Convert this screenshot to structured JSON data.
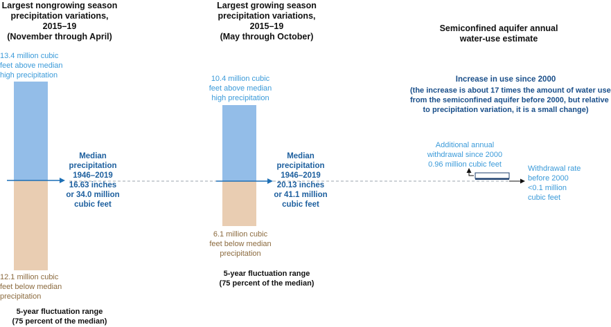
{
  "colors": {
    "above": "#93bde8",
    "below": "#e9cdb2",
    "median_line": "#1d6fb5",
    "dashed": "#9aa3ad",
    "blue_text": "#3a9ad9",
    "tan_text": "#8b6a3e",
    "dark_blue_text": "#1d5f9e"
  },
  "nongrowing": {
    "title": [
      "Largest nongrowing season",
      "precipitation variations,",
      "2015–19",
      "(November through April)"
    ],
    "above_label": [
      "13.4 million cubic",
      "feet above median",
      "high precipitation"
    ],
    "below_label": [
      "12.1 million cubic",
      "feet below median",
      "precipitation"
    ],
    "median": [
      "Median",
      "precipitation",
      "1946–2019",
      "16.63 inches",
      "or 34.0 million",
      "cubic feet"
    ],
    "range": [
      "5-year fluctuation range",
      "(75 percent of the median)"
    ],
    "above_value": 13.4,
    "below_value": 12.1
  },
  "growing": {
    "title": [
      "Largest growing season",
      "precipitation variations,",
      "2015–19",
      "(May through October)"
    ],
    "above_label": [
      "10.4 million cubic",
      "feet above median",
      "high precipitation"
    ],
    "below_label": [
      "6.1 million cubic",
      "feet below median",
      "precipitation"
    ],
    "median": [
      "Median",
      "precipitation",
      "1946–2019",
      "20.13 inches",
      "or 41.1 million",
      "cubic feet"
    ],
    "range": [
      "5-year fluctuation range",
      "(75 percent of the median)"
    ],
    "above_value": 10.4,
    "below_value": 6.1
  },
  "aquifer": {
    "title": [
      "Semiconfined aquifer annual",
      "water-use estimate"
    ],
    "increase_title": "Increase in use since 2000",
    "increase_body": [
      "(the increase is about 17 times the  amount of water use",
      "from the semiconfined aquifer before 2000, but relative",
      "to precipitation variation, it is a small change)"
    ],
    "additional_label": [
      "Additional annual",
      "withdrawal since 2000",
      "0.96 million cubic feet"
    ],
    "before_label": [
      "Withdrawal rate",
      "before 2000",
      "<0.1 million",
      "cubic feet"
    ],
    "additional_value": 0.96
  }
}
